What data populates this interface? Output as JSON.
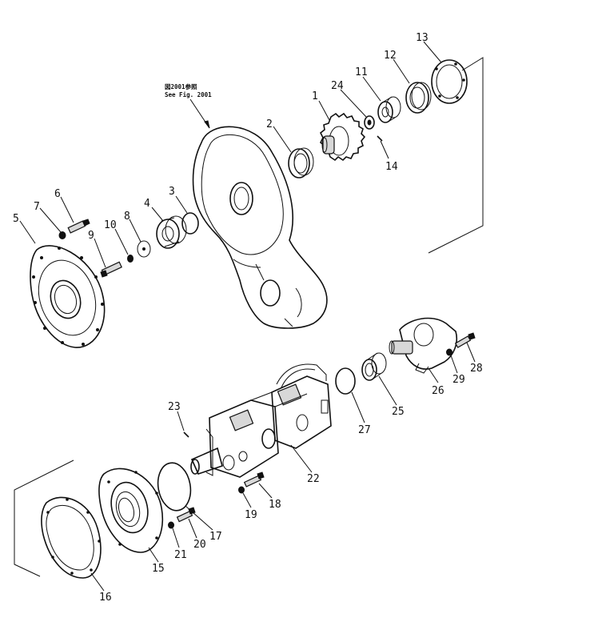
{
  "reference_note": {
    "line1": "図2001参照",
    "line2": "See Fig. 2001"
  },
  "callouts": [
    {
      "id": "c1",
      "text": "1"
    },
    {
      "id": "c2",
      "text": "2"
    },
    {
      "id": "c3",
      "text": "3"
    },
    {
      "id": "c4",
      "text": "4"
    },
    {
      "id": "c5",
      "text": "5"
    },
    {
      "id": "c6",
      "text": "6"
    },
    {
      "id": "c7",
      "text": "7"
    },
    {
      "id": "c8",
      "text": "8"
    },
    {
      "id": "c9",
      "text": "9"
    },
    {
      "id": "c10",
      "text": "10"
    },
    {
      "id": "c11",
      "text": "11"
    },
    {
      "id": "c12",
      "text": "12"
    },
    {
      "id": "c13",
      "text": "13"
    },
    {
      "id": "c14",
      "text": "14"
    },
    {
      "id": "c15",
      "text": "15"
    },
    {
      "id": "c16",
      "text": "16"
    },
    {
      "id": "c17",
      "text": "17"
    },
    {
      "id": "c18",
      "text": "18"
    },
    {
      "id": "c19",
      "text": "19"
    },
    {
      "id": "c20",
      "text": "20"
    },
    {
      "id": "c21",
      "text": "21"
    },
    {
      "id": "c22",
      "text": "22"
    },
    {
      "id": "c23",
      "text": "23"
    },
    {
      "id": "c24",
      "text": "24"
    },
    {
      "id": "c25",
      "text": "25"
    },
    {
      "id": "c26",
      "text": "26"
    },
    {
      "id": "c27",
      "text": "27"
    },
    {
      "id": "c28",
      "text": "28"
    },
    {
      "id": "c29",
      "text": "29"
    }
  ]
}
